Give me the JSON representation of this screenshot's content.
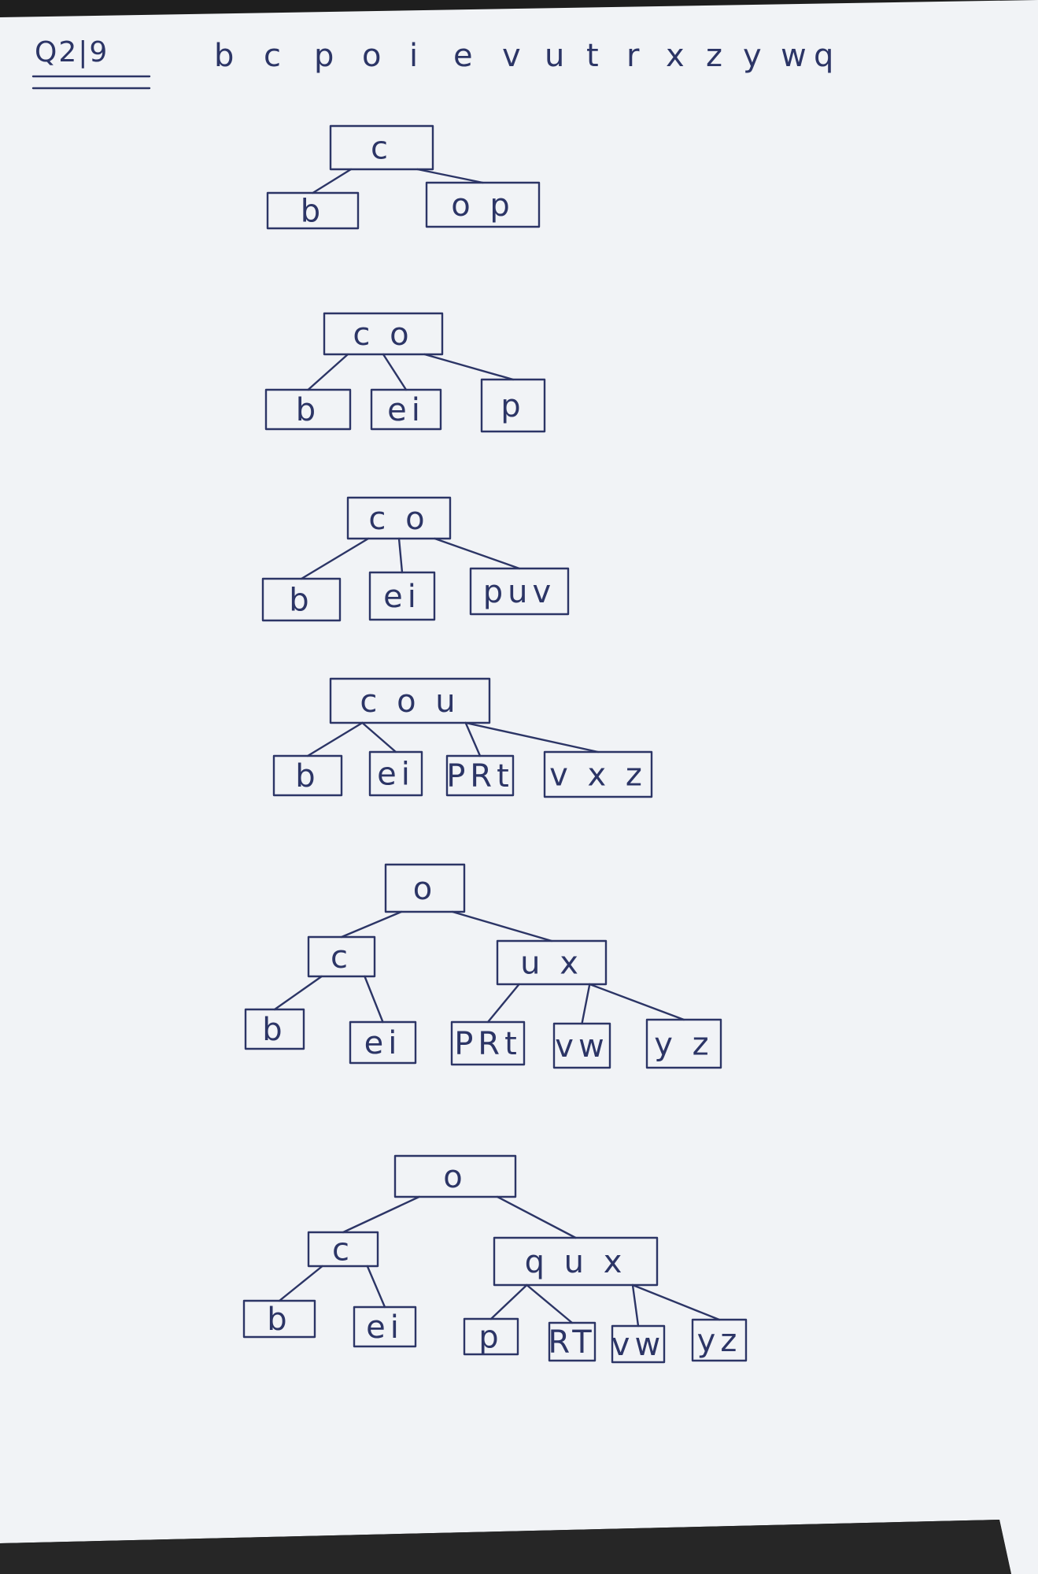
{
  "heading": {
    "label": "Q2|9",
    "sequence": [
      "b",
      "c",
      "p",
      "o",
      "i",
      "e",
      "v",
      "u",
      "t",
      "r",
      "x",
      "z",
      "y",
      "w",
      "q"
    ]
  },
  "trees": [
    {
      "nodes": [
        {
          "id": "n0",
          "keys": "c"
        },
        {
          "id": "n1",
          "keys": "b"
        },
        {
          "id": "n2",
          "keys": "o p"
        }
      ],
      "edges": [
        [
          "n0",
          "n1"
        ],
        [
          "n0",
          "n2"
        ]
      ]
    },
    {
      "nodes": [
        {
          "id": "n0",
          "keys": "c o"
        },
        {
          "id": "n1",
          "keys": "b"
        },
        {
          "id": "n2",
          "keys": "ei"
        },
        {
          "id": "n3",
          "keys": "p"
        }
      ],
      "edges": [
        [
          "n0",
          "n1"
        ],
        [
          "n0",
          "n2"
        ],
        [
          "n0",
          "n3"
        ]
      ]
    },
    {
      "nodes": [
        {
          "id": "n0",
          "keys": "c o"
        },
        {
          "id": "n1",
          "keys": "b"
        },
        {
          "id": "n2",
          "keys": "ei"
        },
        {
          "id": "n3",
          "keys": "puv"
        }
      ],
      "edges": [
        [
          "n0",
          "n1"
        ],
        [
          "n0",
          "n2"
        ],
        [
          "n0",
          "n3"
        ]
      ]
    },
    {
      "nodes": [
        {
          "id": "n0",
          "keys": "c o u"
        },
        {
          "id": "n1",
          "keys": "b"
        },
        {
          "id": "n2",
          "keys": "ei"
        },
        {
          "id": "n3",
          "keys": "PRt"
        },
        {
          "id": "n4",
          "keys": "v x z"
        }
      ],
      "edges": [
        [
          "n0",
          "n1"
        ],
        [
          "n0",
          "n2"
        ],
        [
          "n0",
          "n3"
        ],
        [
          "n0",
          "n4"
        ]
      ]
    },
    {
      "nodes": [
        {
          "id": "n0",
          "keys": "o"
        },
        {
          "id": "n1",
          "keys": "c"
        },
        {
          "id": "n2",
          "keys": "u x"
        },
        {
          "id": "n3",
          "keys": "b"
        },
        {
          "id": "n4",
          "keys": "ei"
        },
        {
          "id": "n5",
          "keys": "PRt"
        },
        {
          "id": "n6",
          "keys": "vw"
        },
        {
          "id": "n7",
          "keys": "y z"
        }
      ],
      "edges": [
        [
          "n0",
          "n1"
        ],
        [
          "n0",
          "n2"
        ],
        [
          "n1",
          "n3"
        ],
        [
          "n1",
          "n4"
        ],
        [
          "n2",
          "n5"
        ],
        [
          "n2",
          "n6"
        ],
        [
          "n2",
          "n7"
        ]
      ]
    },
    {
      "nodes": [
        {
          "id": "n0",
          "keys": "o"
        },
        {
          "id": "n1",
          "keys": "c"
        },
        {
          "id": "n2",
          "keys": "q u x"
        },
        {
          "id": "n3",
          "keys": "b"
        },
        {
          "id": "n4",
          "keys": "ei"
        },
        {
          "id": "n5",
          "keys": "p"
        },
        {
          "id": "n6",
          "keys": "RT"
        },
        {
          "id": "n7",
          "keys": "vw"
        },
        {
          "id": "n8",
          "keys": "yz"
        }
      ],
      "edges": [
        [
          "n0",
          "n1"
        ],
        [
          "n0",
          "n2"
        ],
        [
          "n1",
          "n3"
        ],
        [
          "n1",
          "n4"
        ],
        [
          "n2",
          "n5"
        ],
        [
          "n2",
          "n6"
        ],
        [
          "n2",
          "n7"
        ],
        [
          "n2",
          "n8"
        ]
      ]
    }
  ]
}
